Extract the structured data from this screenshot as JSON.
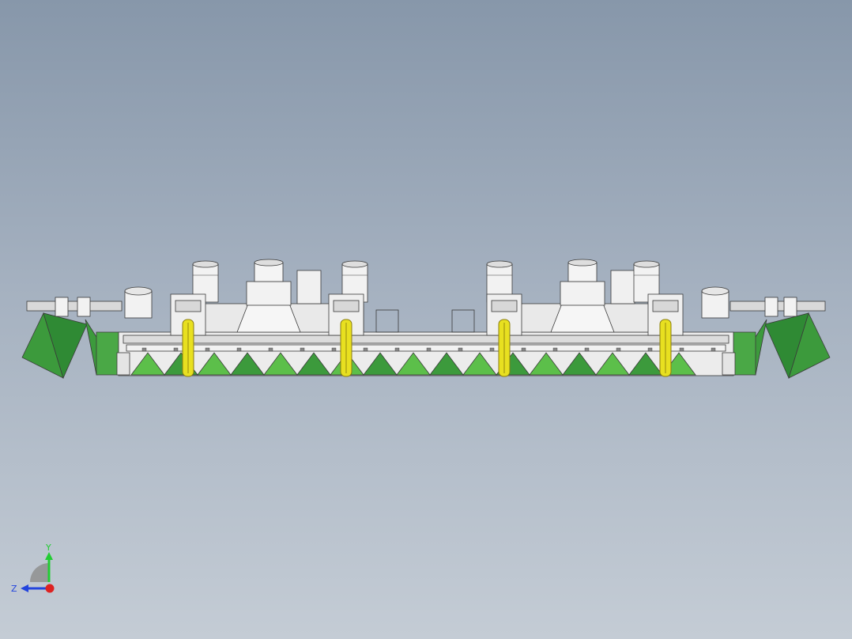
{
  "viewport": {
    "background_top": "#8797aa",
    "background_bottom": "#c4ccd5"
  },
  "model": {
    "body_color": "#f2f2f2",
    "edge_color": "#3a3a3a",
    "blade_color": "#3c9a3c",
    "blade_light": "#5cbf4a",
    "wheel_color": "#e8e020",
    "wheel_count": 4,
    "drive_units": 2
  },
  "triad": {
    "y_label": "Y",
    "z_label": "Z",
    "y_color": "#22cc33",
    "z_color": "#2244dd",
    "x_color": "#dd2222"
  }
}
